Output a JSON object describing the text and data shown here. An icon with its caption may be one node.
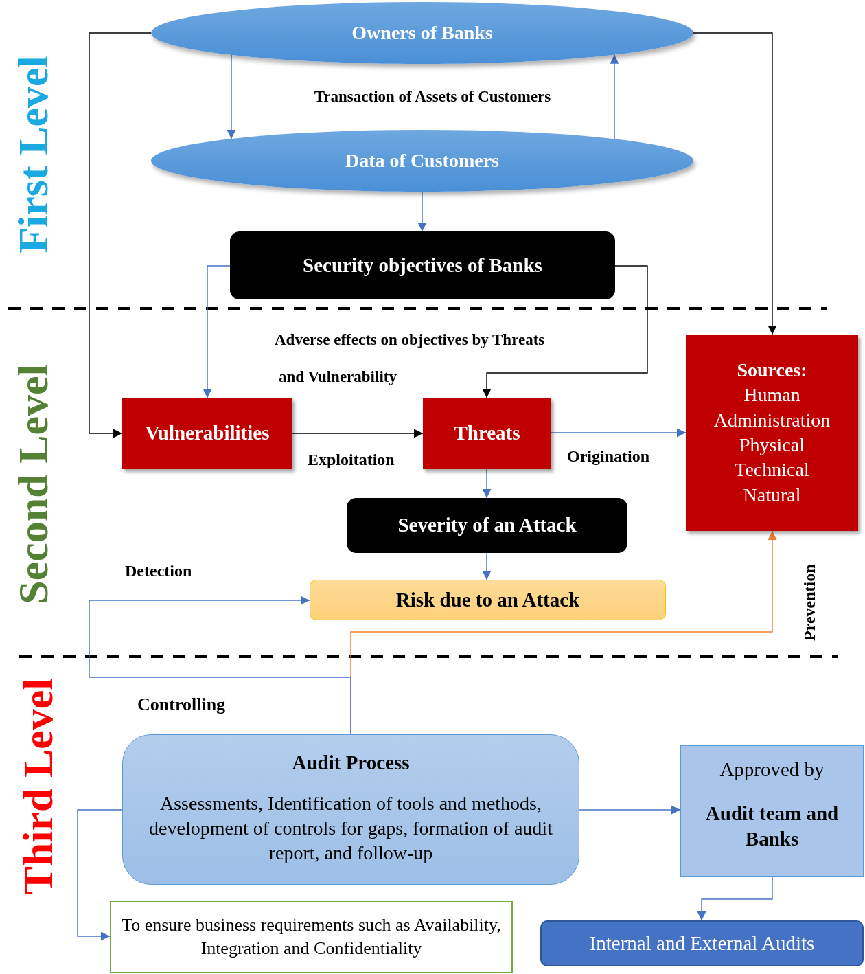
{
  "diagram": {
    "nodes": [
      {
        "text": [
          "Owners of Banks"
        ]
      },
      {
        "text": [
          "Data of Customers"
        ]
      },
      {
        "text": [
          "Security objectives of Banks"
        ]
      },
      {
        "text": [
          "Vulnerabilities"
        ]
      },
      {
        "text": [
          "Threats"
        ]
      },
      {
        "text": [
          "Sources:",
          "Human",
          "Administration",
          "Physical",
          "Technical",
          "Natural"
        ]
      },
      {
        "text": [
          "Severity of an Attack"
        ]
      },
      {
        "text": [
          "Risk due to an Attack"
        ]
      },
      {
        "text": [
          "Audit Process",
          "Assessments, Identification of tools and methods, development of controls for gaps, formation of audit report, and follow-up"
        ]
      },
      {
        "text": [
          "Approved by",
          "Audit team and Banks"
        ]
      },
      {
        "text": [
          "To ensure business requirements such as Availability, Integration and Confidentiality"
        ]
      },
      {
        "text": [
          "Internal and External Audits"
        ]
      }
    ],
    "edges": [
      {
        "from": 0,
        "to": 3,
        "arrow": "to",
        "color": "#000000"
      },
      {
        "from": 0,
        "to": 5,
        "arrow": "to",
        "color": "#000000"
      },
      {
        "from": 0,
        "to": 1,
        "arrow": "to"
      },
      {
        "from": 1,
        "to": 0,
        "arrow": "to"
      },
      {
        "from": 1,
        "to": 2,
        "arrow": "to"
      },
      {
        "from": 2,
        "to": 3,
        "arrow": "to"
      },
      {
        "from": 2,
        "to": 4,
        "arrow": "to",
        "color": "#000000"
      },
      {
        "from": 3,
        "to": 4,
        "arrow": "to",
        "label": "Exploitation",
        "color": "#000000"
      },
      {
        "from": 4,
        "to": 5,
        "arrow": "to",
        "label": "Origination"
      },
      {
        "from": 4,
        "to": 6,
        "arrow": "to"
      },
      {
        "from": 6,
        "to": 7,
        "arrow": "to"
      },
      {
        "from": 8,
        "to": 7,
        "arrow": "to",
        "label": "Detection"
      },
      {
        "from": 8,
        "to": 5,
        "arrow": "to",
        "label": "Prevention",
        "color": "#ed7d31"
      },
      {
        "from": 8,
        "to": 9,
        "arrow": "to"
      },
      {
        "from": 8,
        "to": 10,
        "arrow": "to"
      },
      {
        "from": 9,
        "to": 11,
        "arrow": "to"
      }
    ],
    "labels": [
      "First Level",
      "Transaction of Assets of Customers",
      "Second Level",
      "Adverse effects on objectives by Threats",
      "and Vulnerability",
      "Third Level",
      "Controlling"
    ]
  }
}
